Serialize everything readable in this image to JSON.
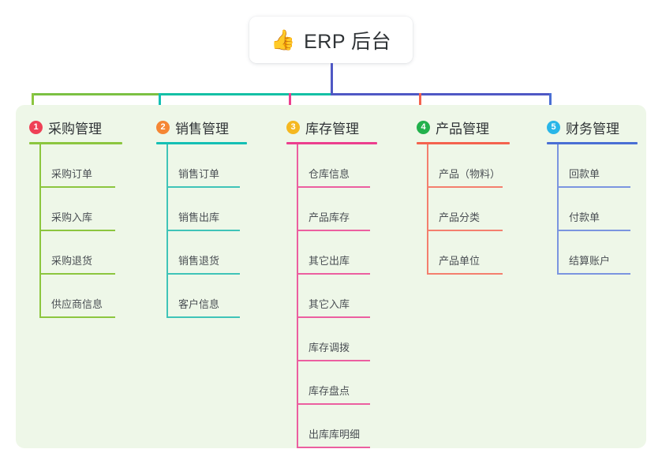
{
  "root": {
    "emoji": "👍",
    "emoji_name": "thumbs-up-icon",
    "title": "ERP 后台"
  },
  "palette": {
    "panel_bg": "#eef7e8",
    "page_bg": "#ffffff",
    "root_line": "#4f58c4",
    "bus_left": "#7cc143",
    "bus_mid": "#14c0a5",
    "bus_right": "#4f58c4"
  },
  "columns": [
    {
      "number": "1",
      "title": "采购管理",
      "badge_color": "#ef4056",
      "rule_color": "#8cc63f",
      "line_color": "#8cc63f",
      "stub_color": "#8cc63f",
      "items": [
        "采购订单",
        "采购入库",
        "采购退货",
        "供应商信息"
      ]
    },
    {
      "number": "2",
      "title": "销售管理",
      "badge_color": "#f58634",
      "rule_color": "#14c0b4",
      "line_color": "#3fc4b8",
      "stub_color": "#14c0b4",
      "items": [
        "销售订单",
        "销售出库",
        "销售退货",
        "客户信息"
      ]
    },
    {
      "number": "3",
      "title": "库存管理",
      "badge_color": "#f5b820",
      "rule_color": "#ec3f8e",
      "line_color": "#ec5fa0",
      "stub_color": "#ec3f8e",
      "items": [
        "仓库信息",
        "产品库存",
        "其它出库",
        "其它入库",
        "库存调拨",
        "库存盘点",
        "出库库明细"
      ]
    },
    {
      "number": "4",
      "title": "产品管理",
      "badge_color": "#22b14c",
      "rule_color": "#f4634e",
      "line_color": "#f47f6e",
      "stub_color": "#f4634e",
      "items": [
        "产品（物料）",
        "产品分类",
        "产品单位"
      ]
    },
    {
      "number": "5",
      "title": "财务管理",
      "badge_color": "#29b6e8",
      "rule_color": "#4a6fd4",
      "line_color": "#7b95e0",
      "stub_color": "#4a6fd4",
      "items": [
        "回款单",
        "付款单",
        "结算账户"
      ]
    }
  ]
}
